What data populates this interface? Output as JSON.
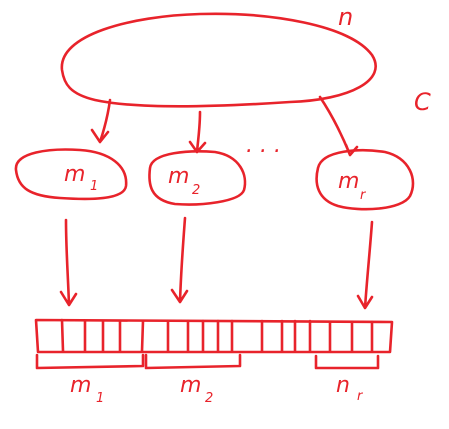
{
  "colors": {
    "ink": "#e8232b",
    "background": "#ffffff"
  },
  "labels": {
    "top": "n",
    "side": "C",
    "ellipsis": ". . .",
    "blob1": {
      "base": "m",
      "sub": "1"
    },
    "blob2": {
      "base": "m",
      "sub": "2"
    },
    "blobr": {
      "base": "m",
      "sub": "r"
    },
    "brace1": {
      "base": "m",
      "sub": "1"
    },
    "brace2": {
      "base": "m",
      "sub": "2"
    },
    "bracer": {
      "base": "n",
      "sub": "r"
    }
  }
}
